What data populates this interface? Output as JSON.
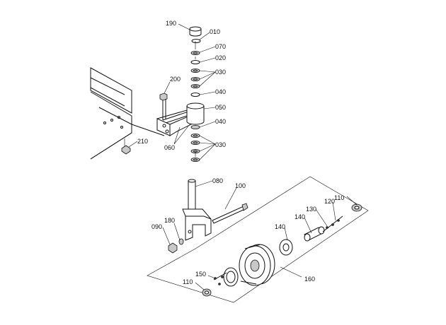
{
  "labels": {
    "p190": "190",
    "p010": "010",
    "p070": "070",
    "p020": "020",
    "p030a": "030",
    "p040a": "040",
    "p200": "200",
    "p050": "050",
    "p040b": "040",
    "p060": "060",
    "p030b": "030",
    "p210": "210",
    "p080": "080",
    "p100": "100",
    "p110a": "110",
    "p120": "120",
    "p130": "130",
    "p140a": "140",
    "p140b": "140",
    "p180": "180",
    "p090": "090",
    "p150": "150",
    "p110b": "110",
    "p160": "160"
  }
}
